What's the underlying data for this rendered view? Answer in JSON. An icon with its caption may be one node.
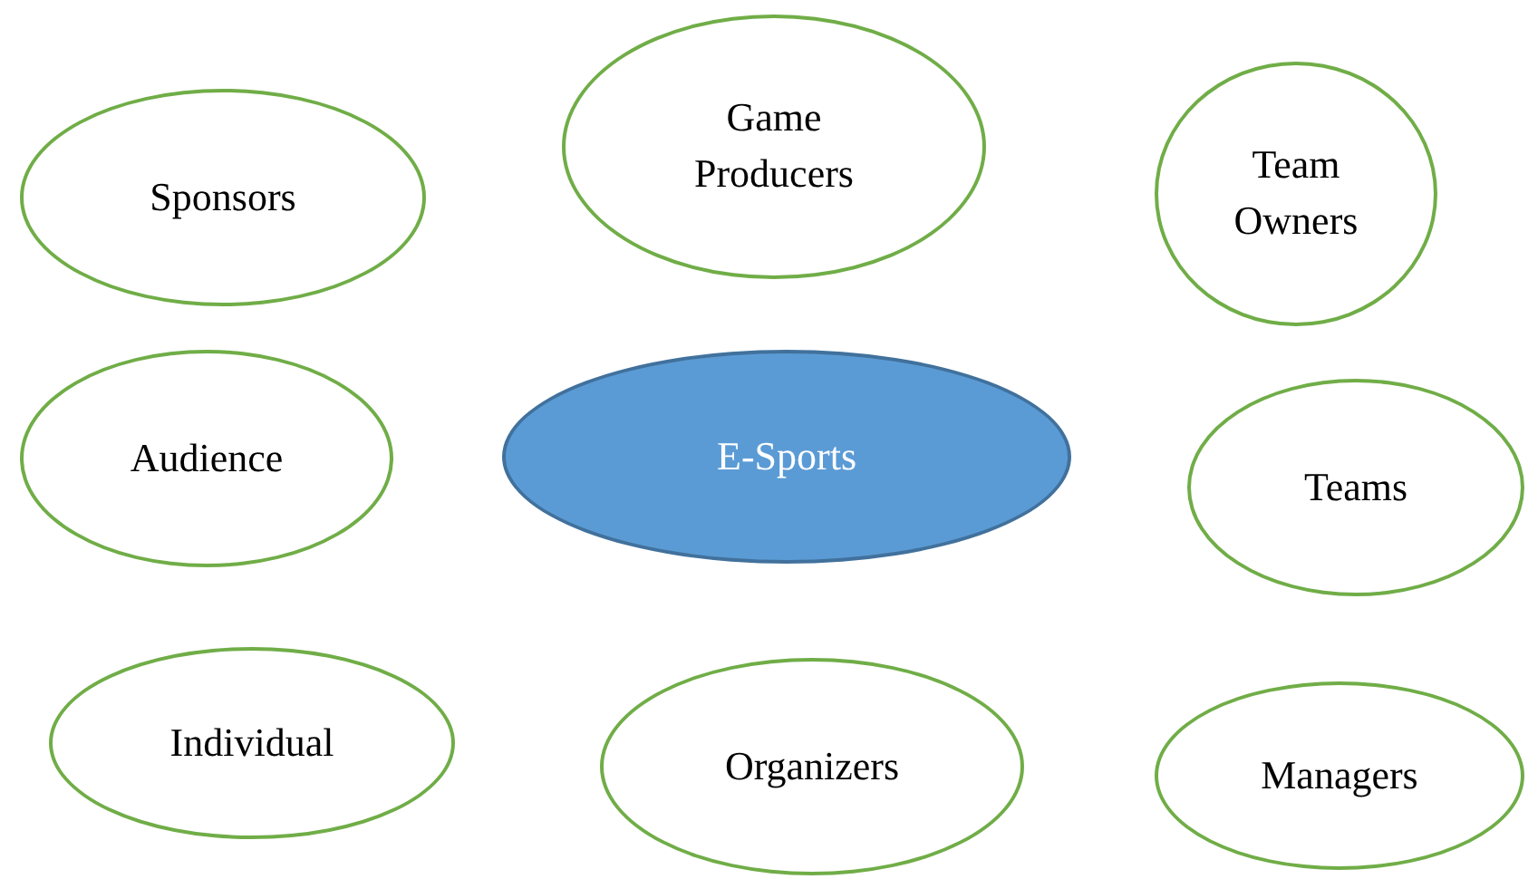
{
  "diagram": {
    "nodes": [
      {
        "text": [
          "Game Producers"
        ]
      },
      {
        "text": [
          "Sponsors"
        ]
      },
      {
        "text": [
          "Team Owners"
        ]
      },
      {
        "text": [
          "Audience"
        ]
      },
      {
        "text": [
          "E-Sports"
        ]
      },
      {
        "text": [
          "Teams"
        ]
      },
      {
        "text": [
          "Individual"
        ]
      },
      {
        "text": [
          "Organizers"
        ]
      },
      {
        "text": [
          "Managers"
        ]
      }
    ],
    "edges": []
  }
}
